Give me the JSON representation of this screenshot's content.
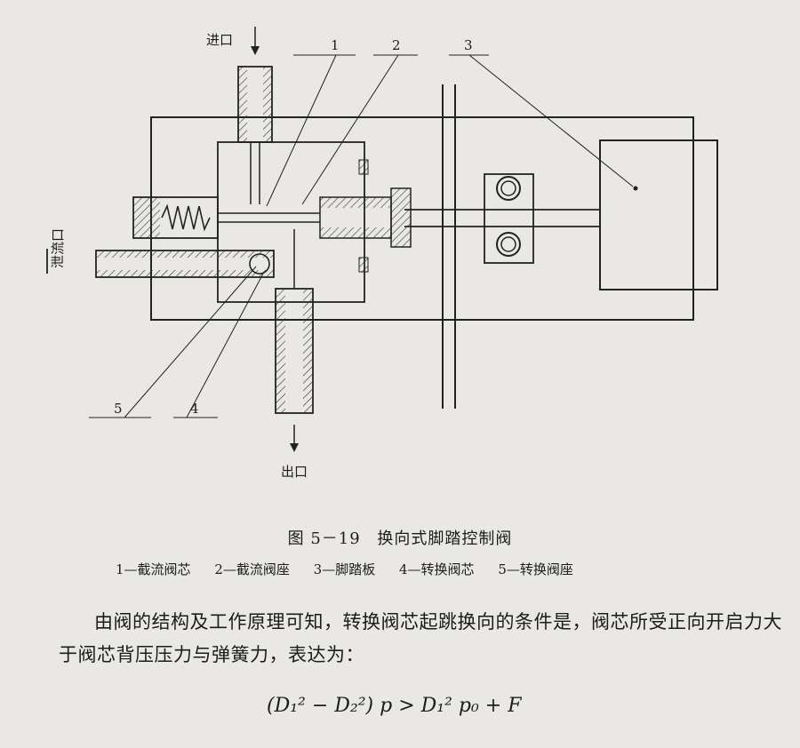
{
  "figure": {
    "inlet_label": "进口",
    "outlet_label": "出口",
    "drain_label": "泄流口",
    "callouts": [
      "1",
      "2",
      "3",
      "4",
      "5"
    ]
  },
  "caption": {
    "number": "图 5－19",
    "title": "换向式脚踏控制阀"
  },
  "legend": [
    "1—截流阀芯",
    "2—截流阀座",
    "3—脚踏板",
    "4—转换阀芯",
    "5—转换阀座"
  ],
  "body": {
    "paragraph": "由阀的结构及工作原理可知，转换阀芯起跳换向的条件是，阀芯所受正向开启力大于阀芯背压压力与弹簧力，表达为：",
    "formula": "(D₁² − D₂²) p > D₁² p₀ + F"
  }
}
